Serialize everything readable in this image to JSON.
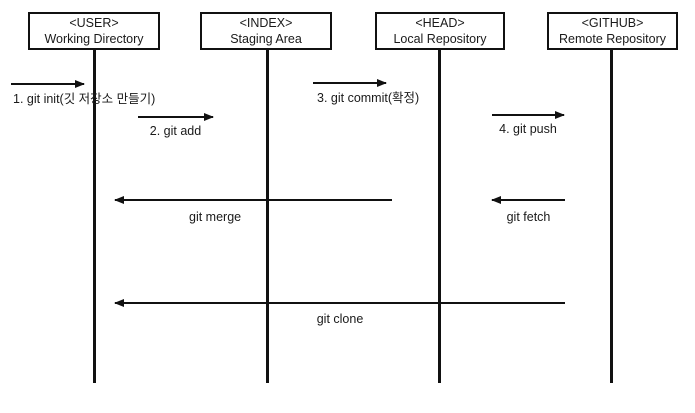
{
  "diagram": {
    "type": "sequence-diagram",
    "subject": "Git workflow between working directory, staging area, local and remote repositories",
    "colors": {
      "stroke": "#111111",
      "background": "#ffffff",
      "text": "#1a1a1a"
    },
    "actors": [
      {
        "tag": "<USER>",
        "name": "Working Directory"
      },
      {
        "tag": "<INDEX>",
        "name": "Staging Area"
      },
      {
        "tag": "<HEAD>",
        "name": "Local Repository"
      },
      {
        "tag": "<GITHUB>",
        "name": "Remote Repository"
      }
    ],
    "messages": [
      {
        "label": "1. git init(깃 저장소 만들기)",
        "direction": "right"
      },
      {
        "label": "2. git add",
        "direction": "right"
      },
      {
        "label": "3. git commit(확정)",
        "direction": "right"
      },
      {
        "label": "4. git push",
        "direction": "right"
      },
      {
        "label": "git merge",
        "direction": "left"
      },
      {
        "label": "git fetch",
        "direction": "left"
      },
      {
        "label": "git clone",
        "direction": "left"
      }
    ]
  }
}
